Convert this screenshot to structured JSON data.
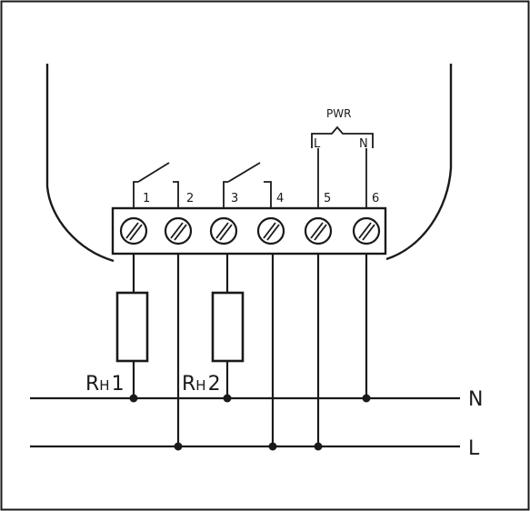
{
  "terminals": [
    "1",
    "2",
    "3",
    "4",
    "5",
    "6"
  ],
  "power": {
    "label": "PWR",
    "live": "L",
    "neutral": "N"
  },
  "lines": {
    "neutral": "N",
    "live": "L"
  },
  "resistors": [
    {
      "prefix": "R",
      "sub": "H",
      "index": "1"
    },
    {
      "prefix": "R",
      "sub": "H",
      "index": "2"
    }
  ],
  "colors": {
    "stroke": "#1a1a1a",
    "background": "#ffffff"
  }
}
